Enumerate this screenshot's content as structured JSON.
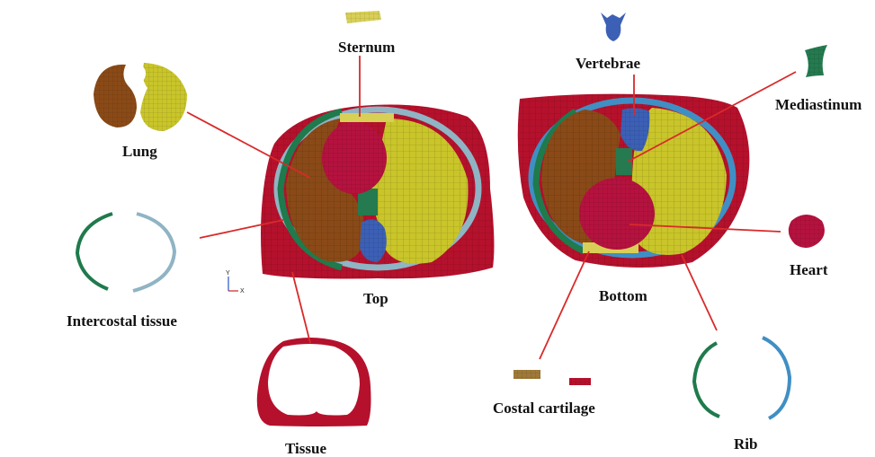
{
  "labels": {
    "sternum": "Sternum",
    "lung": "Lung",
    "intercostal_tissue": "Intercostal tissue",
    "top": "Top",
    "tissue": "Tissue",
    "vertebrae": "Vertebrae",
    "mediastinum": "Mediastinum",
    "heart": "Heart",
    "bottom": "Bottom",
    "costal_cartilage": "Costal cartilage",
    "rib": "Rib"
  },
  "axis": {
    "y": "Y",
    "x": "X"
  },
  "colors": {
    "tissue": "#b5112c",
    "lung_left": "#8a4a17",
    "lung_right": "#c9c52a",
    "heart": "#b5123f",
    "intercostal": "#1f7a4c",
    "rib_blue": "#3f8fc4",
    "rib_light": "#8fb4c4",
    "sternum": "#d8cf56",
    "vertebrae": "#3c60b5",
    "mediastinum": "#257a4f",
    "cartilage": "#9e7a3a",
    "callout_line": "#d92a2a"
  }
}
